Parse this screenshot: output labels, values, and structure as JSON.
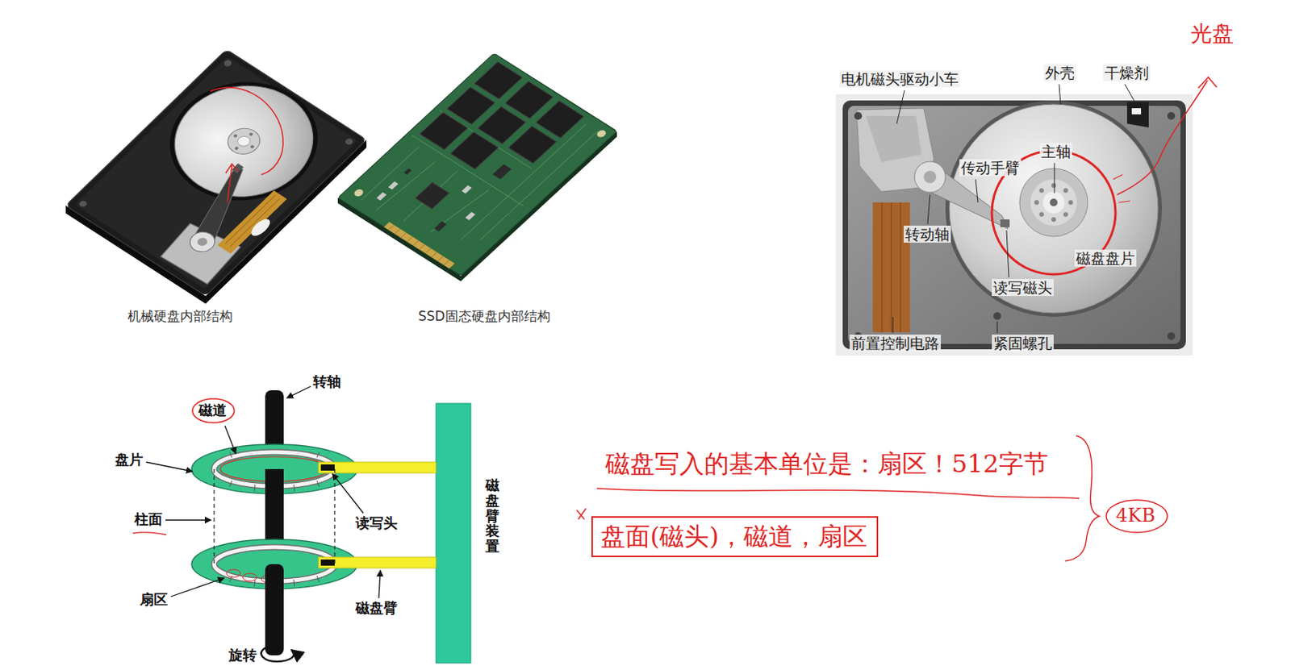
{
  "diagram": {
    "nodes": [
      {
        "text": [
          "磁道"
        ]
      },
      {
        "text": [
          "盘面(磁头)，磁道，扇区"
        ]
      },
      {
        "text": [
          "4KB"
        ]
      }
    ],
    "labels": [
      "机械硬盘内部结构",
      "SSD固态硬盘内部结构",
      "光盘",
      "电机磁头驱动小车",
      "外壳",
      "干燥剂",
      "主轴",
      "传动手臂",
      "转动轴",
      "磁盘盘片",
      "读写磁头",
      "前置控制电路",
      "紧固螺孔",
      "转轴",
      "盘片",
      "柱面",
      "读写头",
      "扇区",
      "磁盘臂装置",
      "磁盘臂",
      "旋转",
      "磁盘写入的基本单位是：扇区！512字节"
    ]
  }
}
